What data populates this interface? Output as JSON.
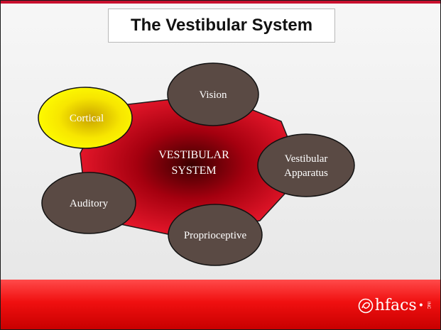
{
  "slide": {
    "title": "The Vestibular System"
  },
  "diagram": {
    "center": {
      "line1": "VESTIBULAR",
      "line2": "SYSTEM"
    },
    "nodes": {
      "vision": "Vision",
      "cortical": "Cortical",
      "vestibular_line1": "Vestibular",
      "vestibular_line2": "Apparatus",
      "auditory": "Auditory",
      "proprioceptive": "Proprioceptive"
    },
    "colors": {
      "center_fill": "#e8102a",
      "center_dark": "#3a0000",
      "node_fill": "#5a4a44",
      "highlight_node_fill": "#ffff00"
    }
  },
  "footer": {
    "logo_text": "hfacs",
    "logo_suffix": "INC"
  }
}
